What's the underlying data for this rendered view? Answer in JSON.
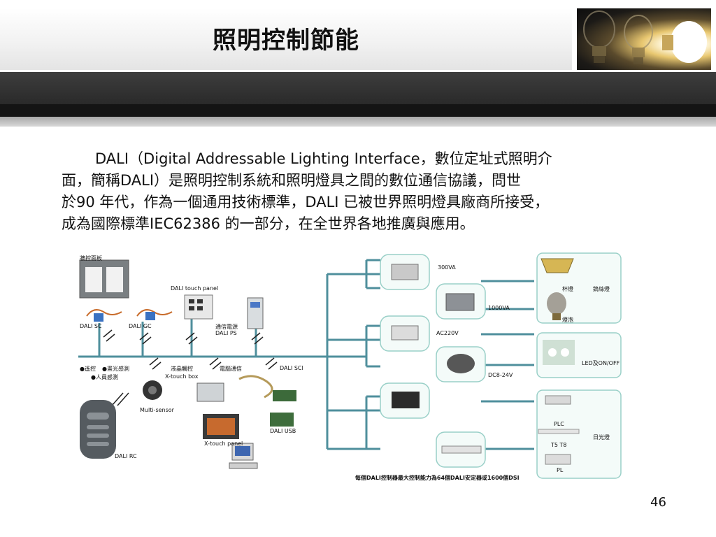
{
  "slide": {
    "title": "照明控制節能",
    "page_number": "46"
  },
  "paragraph": [
    "DALI（Digital Addressable Lighting Interface，數位定址式照明介",
    "面，簡稱DALI）是照明控制系統和照明燈具之間的數位通信協議，問世",
    "於90 年代，作為一個通用技術標準，DALI 已被世界照明燈具廠商所接受，",
    "成為國際標準IEC62386 的一部分，在全世界各地推廣與應用。"
  ],
  "diagram": {
    "left": {
      "wall_panel": "牆控面板",
      "touch_panel": "DALI touch panel",
      "sc": "DALI SC",
      "gc": "DALI GC",
      "ps_cn": "通信電源",
      "ps": "DALI PS",
      "remote": "●遙控",
      "light_sensor": "●晝光感測",
      "occupancy": "●人員感測",
      "lcd_control": "液晶觸控",
      "xtouch_box": "X-touch box",
      "pc_comm": "電腦通信",
      "sci": "DALI SCI",
      "multi_sensor": "Multi-sensor",
      "usb": "DALI USB",
      "xtouch_panel": "X-touch panel",
      "rc": "DALI RC"
    },
    "right": {
      "ballast_300": "300VA",
      "ballast_1000": "1000VA",
      "ac220": "AC220V",
      "dc": "DC8-24V",
      "cup_lamp": "杯燈",
      "bulb": "燈泡",
      "tungsten": "鎢絲燈",
      "led": "LED及ON/OFF",
      "plc": "PLC",
      "t5t8": "T5  T8",
      "pl": "PL",
      "fluorescent": "日光燈"
    },
    "footer_note": "每個DALI控制器最大控制能力為64個DALI安定器或1600個DSI",
    "colors": {
      "bus": "#4f8f9c",
      "box_border": "#9ad0c8",
      "box_fill": "#f4fbf9"
    }
  }
}
